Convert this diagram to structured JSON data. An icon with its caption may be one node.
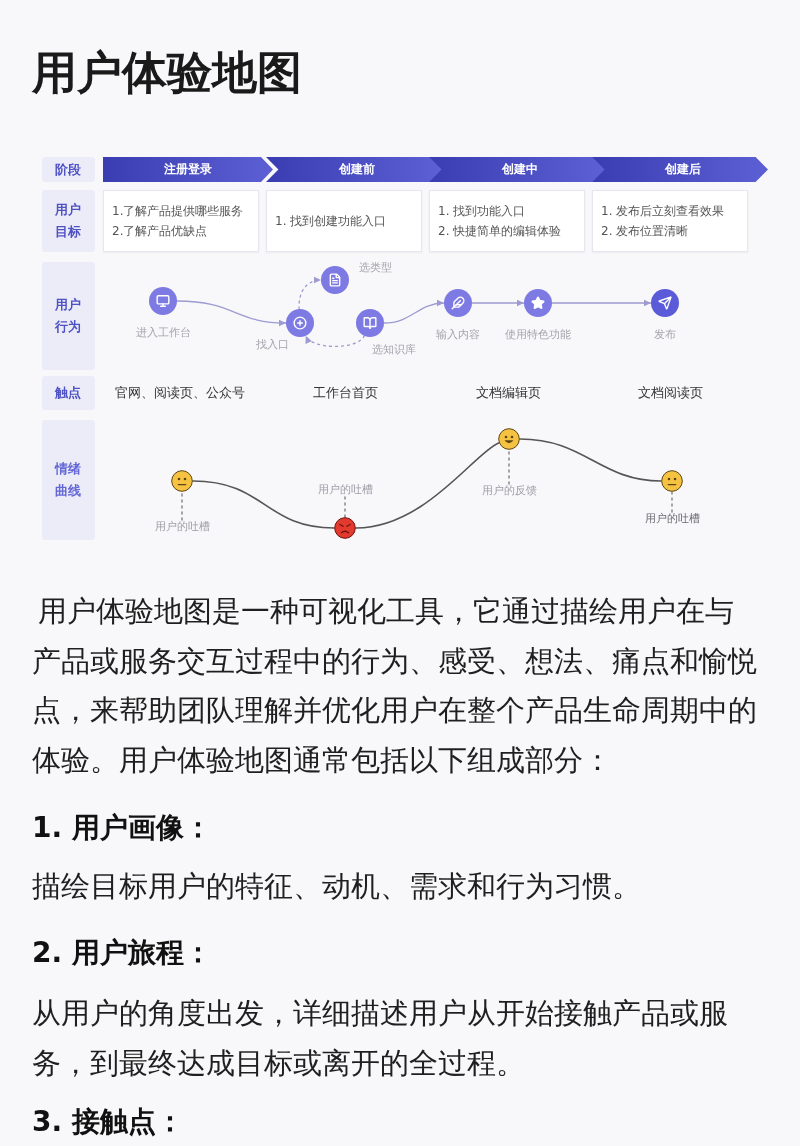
{
  "diagram": {
    "title": "用户体验地图",
    "nodes": [
      {
        "text": [
          "阶段"
        ]
      },
      {
        "text": [
          "注册登录"
        ]
      },
      {
        "text": [
          "创建前"
        ]
      },
      {
        "text": [
          "创建中"
        ]
      },
      {
        "text": [
          "创建后"
        ]
      },
      {
        "text": [
          "用户目标"
        ]
      },
      {
        "text": [
          "1.了解产品提供哪些服务",
          "2.了解产品优缺点"
        ]
      },
      {
        "text": [
          "1. 找到创建功能入口"
        ]
      },
      {
        "text": [
          "1. 找到功能入口",
          "2. 快捷简单的编辑体验"
        ]
      },
      {
        "text": [
          "1. 发布后立刻查看效果",
          "2. 发布位置清晰"
        ]
      },
      {
        "text": [
          "用户行为"
        ]
      },
      {
        "text": [],
        "shape": "circle",
        "beside": [
          "进入工作台"
        ]
      },
      {
        "text": [],
        "shape": "circle",
        "beside": [
          "找入口"
        ]
      },
      {
        "text": [],
        "shape": "circle",
        "beside": [
          "选类型"
        ]
      },
      {
        "text": [],
        "shape": "circle",
        "beside": [
          "选知识库"
        ]
      },
      {
        "text": [],
        "shape": "circle",
        "beside": [
          "输入内容"
        ]
      },
      {
        "text": [],
        "shape": "circle",
        "beside": [
          "使用特色功能"
        ]
      },
      {
        "text": [],
        "shape": "circle",
        "beside": [
          "发布"
        ]
      },
      {
        "text": [
          "触点"
        ]
      },
      {
        "text": [
          "情绪曲线"
        ]
      },
      {
        "text": [],
        "shape": "circle"
      },
      {
        "text": [
          "用户的吐槽"
        ]
      },
      {
        "text": [
          "用户的吐槽"
        ]
      },
      {
        "text": [],
        "shape": "circle"
      },
      {
        "text": [],
        "shape": "circle"
      },
      {
        "text": [
          "用户的反馈"
        ]
      },
      {
        "text": [],
        "shape": "circle"
      },
      {
        "text": [
          "用户的吐槽"
        ]
      }
    ],
    "edges": [
      {
        "from": 11,
        "to": 12,
        "arrow": "to"
      },
      {
        "from": 12,
        "to": 13,
        "arrow": "to",
        "style": "dashed"
      },
      {
        "from": 14,
        "to": 12,
        "arrow": "to",
        "style": "dashed"
      },
      {
        "from": 14,
        "to": 15,
        "arrow": "to"
      },
      {
        "from": 15,
        "to": 16,
        "arrow": "to"
      },
      {
        "from": 16,
        "to": 17,
        "arrow": "to"
      },
      {
        "from": 20,
        "to": 23,
        "arrow": "none",
        "color": "#555555"
      },
      {
        "from": 23,
        "to": 24,
        "arrow": "none",
        "color": "#555555"
      },
      {
        "from": 24,
        "to": 26,
        "arrow": "none",
        "color": "#555555"
      },
      {
        "from": 21,
        "to": 20,
        "arrow": "none",
        "style": "dashed",
        "color": "#777777"
      },
      {
        "from": 22,
        "to": 23,
        "arrow": "none",
        "style": "dashed",
        "color": "#777777"
      },
      {
        "from": 25,
        "to": 24,
        "arrow": "none",
        "style": "dashed",
        "color": "#777777"
      },
      {
        "from": 27,
        "to": 26,
        "arrow": "none",
        "style": "dashed",
        "color": "#777777"
      }
    ],
    "labels": [
      "官网、阅读页、公众号",
      "工作台首页",
      "文档编辑页",
      "文档阅读页",
      "用户体验地图是一种可视化工具，它通过描绘用户在与产品或服务交互过程中的行为、感受、想法、痛点和愉悦点，来帮助团队理解并优化用户在整个产品生命周期中的体验。用户体验地图通常包括以下组成部分：",
      "1. 用户画像：",
      "描绘目标用户的特征、动机、需求和行为习惯。",
      "2. 用户旅程：",
      "从用户的角度出发，详细描述用户从开始接触产品或服务，到最终达成目标或离开的全过程。",
      "3. 接触点："
    ]
  }
}
